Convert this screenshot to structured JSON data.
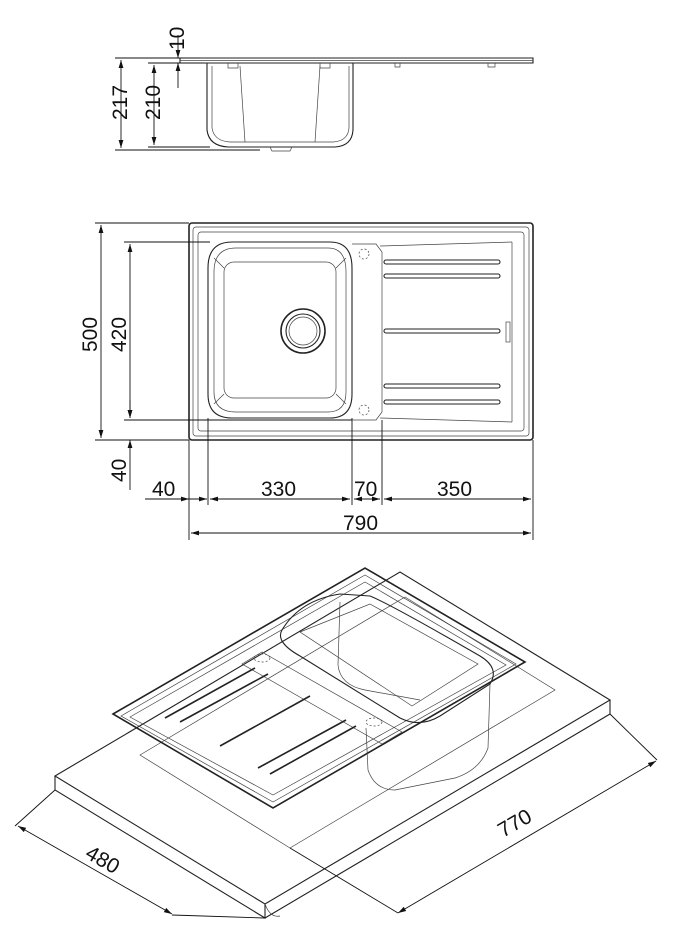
{
  "colors": {
    "line": "#222222",
    "background": "#ffffff"
  },
  "side_view": {
    "dim_rim_thickness": "10",
    "dim_total_depth": "217",
    "dim_bowl_depth": "210"
  },
  "top_view": {
    "dim_total_width": "500",
    "dim_bowl_width": "420",
    "dim_bottom_margin": "40",
    "dim_left_margin": "40",
    "dim_bowl_length": "330",
    "dim_center_strip": "70",
    "dim_drainer_length": "350",
    "dim_total_length": "790"
  },
  "iso_view": {
    "dim_cutout_width": "480",
    "dim_cutout_length": "770"
  }
}
